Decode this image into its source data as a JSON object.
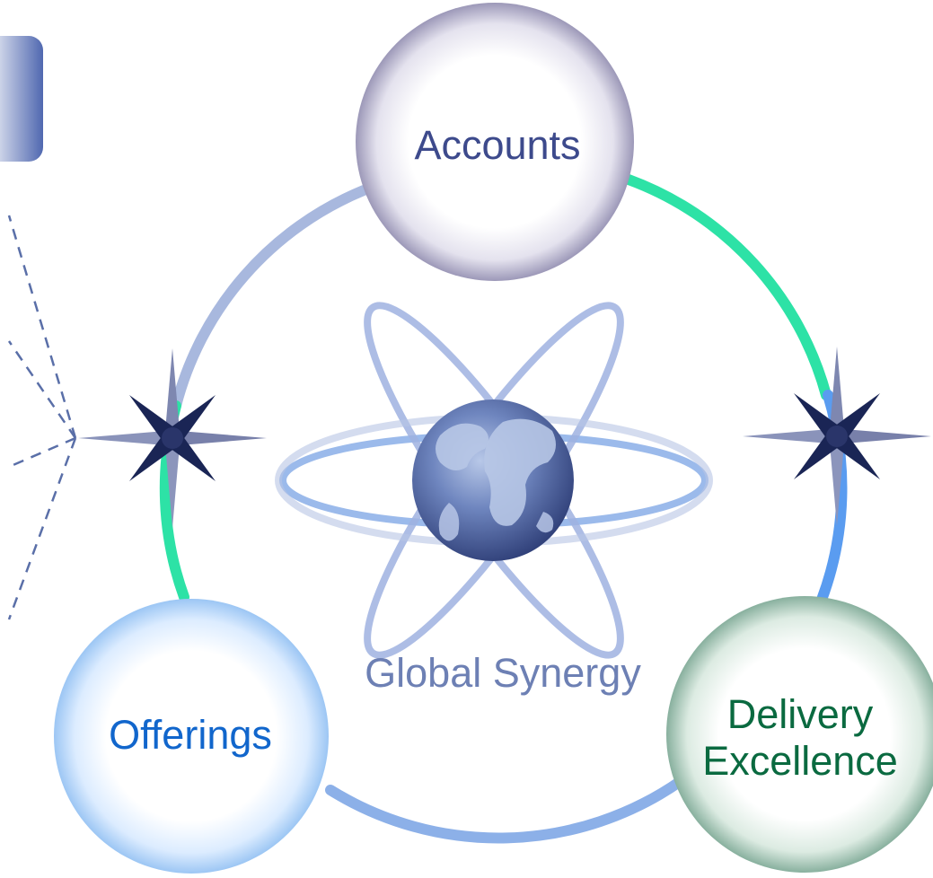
{
  "nodes": {
    "accounts": {
      "label": "Accounts",
      "color": "#3d4a8c"
    },
    "offerings": {
      "label": "Offerings",
      "color": "#1166cc"
    },
    "delivery": {
      "label_line1": "Delivery",
      "label_line2": "Excellence",
      "color": "#0a6a40"
    }
  },
  "center": {
    "label": "Global Synergy",
    "color": "#6d80b4"
  },
  "icons": [
    "globe-icon",
    "compass-star-icon",
    "compass-star-icon"
  ],
  "colors": {
    "ring_blue": "#5a86d8",
    "ring_green": "#2de2a6",
    "star_dark": "#1a2555",
    "globe": "#5f77b0",
    "dashed": "#5a6fa8"
  }
}
